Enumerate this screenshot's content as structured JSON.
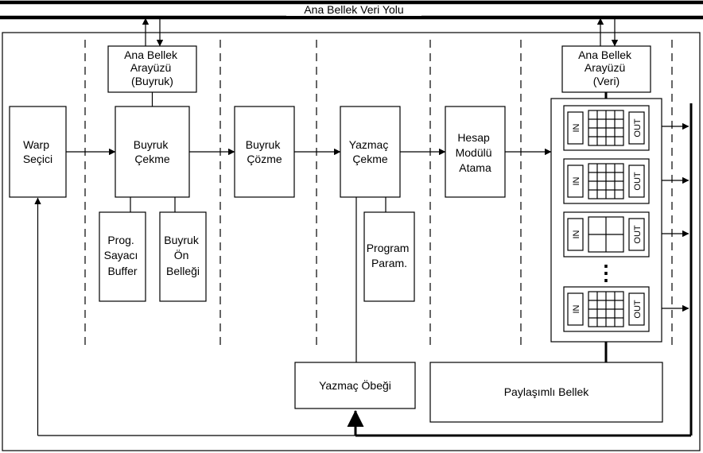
{
  "bus": {
    "label": "Ana Bellek Veri Yolu"
  },
  "blocks": {
    "warp_selector": [
      "Warp",
      "Seçici"
    ],
    "mem_iface_instr": [
      "Ana Bellek",
      "Arayüzü",
      "(Buyruk)"
    ],
    "instr_fetch": [
      "Buyruk",
      "Çekme"
    ],
    "pc_buffer": [
      "Prog.",
      "Sayacı",
      "Buffer"
    ],
    "instr_prefetch": [
      "Buyruk",
      "Ön",
      "Belleği"
    ],
    "instr_decode": [
      "Buyruk",
      "Çözme"
    ],
    "reg_fetch": [
      "Yazmaç",
      "Çekme"
    ],
    "program_params": [
      "Program",
      "Param."
    ],
    "compute_assign": [
      "Hesap",
      "Modülü",
      "Atama"
    ],
    "mem_iface_data": [
      "Ana Bellek",
      "Arayüzü",
      "(Veri)"
    ],
    "register_file": [
      "Yazmaç Öbeği"
    ],
    "shared_memory": [
      "Paylaşımlı Bellek"
    ]
  },
  "compute_units": {
    "in_label": "IN",
    "out_label": "OUT",
    "ellipsis": "⋮",
    "units": [
      {
        "grid": "4x4"
      },
      {
        "grid": "4x4"
      },
      {
        "grid": "2x2"
      },
      {
        "grid": "4x4"
      }
    ]
  }
}
